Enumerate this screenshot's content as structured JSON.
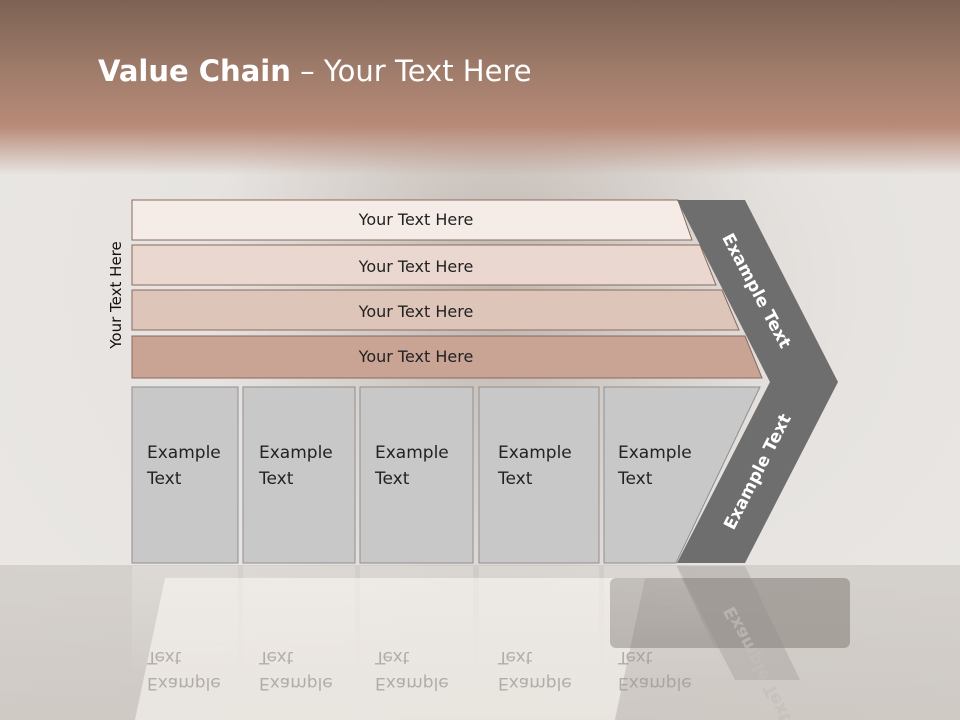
{
  "title": {
    "bold": "Value Chain",
    "separator": " – ",
    "rest": "Your Text Here"
  },
  "side_label": "Your Text Here",
  "bars": [
    {
      "label": "Your Text Here",
      "color": "#f5ece8"
    },
    {
      "label": "Your Text Here",
      "color": "#ead8d0"
    },
    {
      "label": "Your Text Here",
      "color": "#dec5ba"
    },
    {
      "label": "Your Text Here",
      "color": "#c9a393"
    }
  ],
  "columns": [
    {
      "line1": "Example",
      "line2": "Text"
    },
    {
      "line1": "Example",
      "line2": "Text"
    },
    {
      "line1": "Example",
      "line2": "Text"
    },
    {
      "line1": "Example",
      "line2": "Text"
    },
    {
      "line1": "Example",
      "line2": "Text"
    }
  ],
  "chevron": {
    "upper_text": "Example Text",
    "lower_text": "Example Text",
    "color": "#6e6e6e"
  },
  "colors": {
    "column_fill": "#c8c8c8",
    "column_stroke": "#8f8f8f",
    "bar_stroke": "#8a6a5c"
  }
}
